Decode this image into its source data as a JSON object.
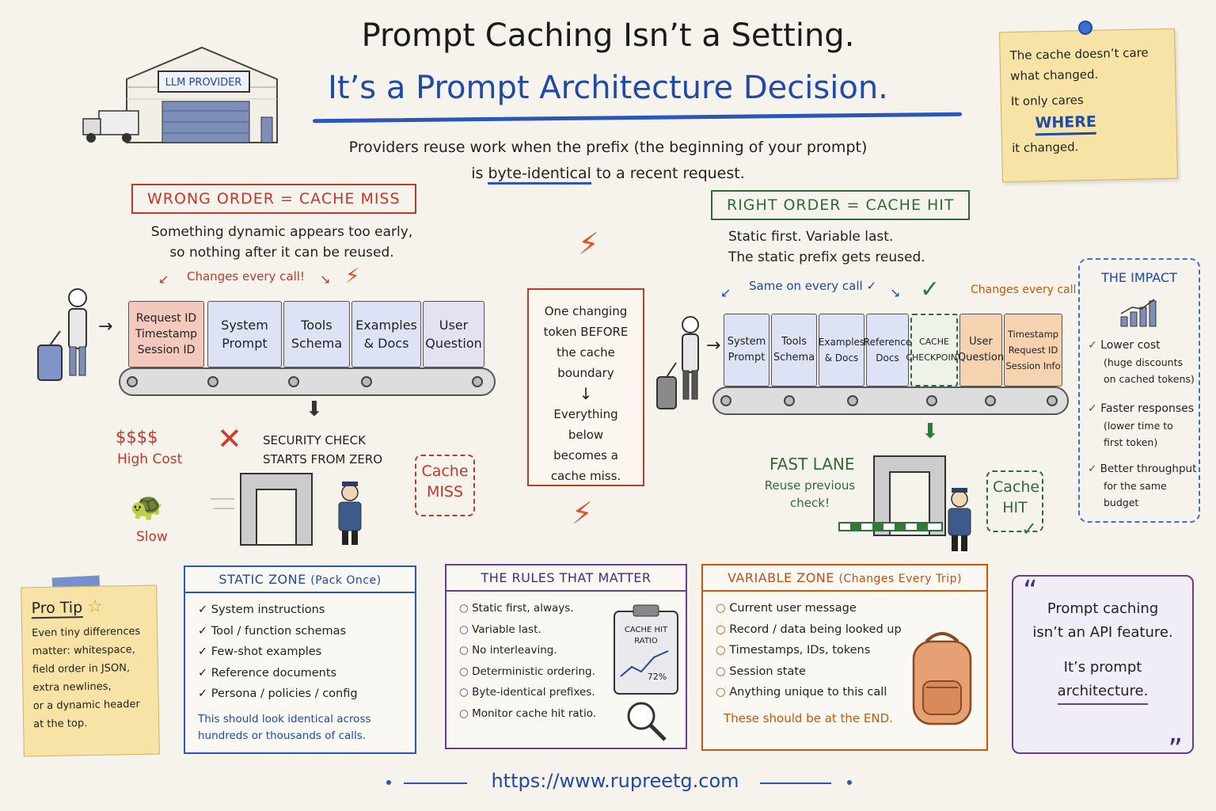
{
  "header": {
    "title_line1": "Prompt Caching Isn’t a Setting.",
    "title_line2": "It’s a Prompt Architecture Decision.",
    "subtitle_line1": "Providers reuse work when the prefix (the beginning of your prompt)",
    "subtitle_pre": "is ",
    "subtitle_highlight": "byte-identical",
    "subtitle_post": " to a recent request."
  },
  "warehouse": {
    "sign": "LLM PROVIDER"
  },
  "sticky": {
    "line1": "The cache doesn’t care",
    "line2": "what changed.",
    "line3": "It only cares",
    "emph": "WHERE",
    "line4": "it changed."
  },
  "wrong": {
    "label": "WRONG ORDER = CACHE MISS",
    "caption1": "Something dynamic appears too early,",
    "caption2": "so nothing after it can be reused.",
    "changes_note": "Changes every call!",
    "blocks": [
      {
        "l1": "Request ID",
        "l2": "Timestamp",
        "l3": "Session ID"
      },
      {
        "l1": "System",
        "l2": "Prompt",
        "l3": ""
      },
      {
        "l1": "Tools",
        "l2": "Schema",
        "l3": ""
      },
      {
        "l1": "Examples",
        "l2": "& Docs",
        "l3": ""
      },
      {
        "l1": "User",
        "l2": "Question",
        "l3": ""
      }
    ],
    "cost": "$$$$",
    "cost_label": "High Cost",
    "slow": "Slow",
    "security1": "SECURITY CHECK",
    "security2": "STARTS FROM ZERO",
    "miss1": "Cache",
    "miss2": "MISS"
  },
  "middle": {
    "l1": "One changing",
    "l2": "token BEFORE",
    "l3": "the cache",
    "l4": "boundary",
    "arrow": "↓",
    "l5": "Everything below",
    "l6": "becomes a",
    "l7": "cache miss."
  },
  "right": {
    "label": "RIGHT ORDER = CACHE HIT",
    "caption1": "Static first. Variable last.",
    "caption2": "The static prefix gets reused.",
    "same_note": "Same on every call ✓",
    "changes_note": "Changes every call",
    "blocks": [
      {
        "l1": "System",
        "l2": "Prompt",
        "l3": ""
      },
      {
        "l1": "Tools",
        "l2": "Schema",
        "l3": ""
      },
      {
        "l1": "Examples",
        "l2": "& Docs",
        "l3": ""
      },
      {
        "l1": "Reference",
        "l2": "Docs",
        "l3": ""
      },
      {
        "l1": "CACHE",
        "l2": "CHECKPOINT",
        "l3": ""
      },
      {
        "l1": "User",
        "l2": "Question",
        "l3": ""
      },
      {
        "l1": "Timestamp",
        "l2": "Request ID",
        "l3": "Session Info"
      }
    ],
    "fast_lane": "FAST LANE",
    "reuse1": "Reuse previous",
    "reuse2": "check!",
    "hit1": "Cache",
    "hit2": "HIT"
  },
  "impact": {
    "title": "THE IMPACT",
    "items": [
      {
        "head": "Lower cost",
        "sub1": "(huge discounts",
        "sub2": "on cached tokens)"
      },
      {
        "head": "Faster responses",
        "sub1": "(lower time to",
        "sub2": "first token)"
      },
      {
        "head": "Better throughput",
        "sub1": "for the same",
        "sub2": "budget"
      }
    ]
  },
  "protip": {
    "title": "Pro Tip",
    "line1": "Even tiny differences",
    "line2": "matter: whitespace,",
    "line3": "field order in JSON,",
    "line4": "extra newlines,",
    "line5": "or a dynamic header",
    "line6": "at the top."
  },
  "static_zone": {
    "title": "STATIC ZONE",
    "title_sub": "(Pack Once)",
    "items": [
      "System instructions",
      "Tool / function schemas",
      "Few-shot examples",
      "Reference documents",
      "Persona / policies / config"
    ],
    "note1": "This should look identical across",
    "note2": "hundreds or thousands of calls."
  },
  "rules": {
    "title": "THE RULES THAT MATTER",
    "items": [
      "Static first, always.",
      "Variable last.",
      "No interleaving.",
      "Deterministic ordering.",
      "Byte-identical prefixes.",
      "Monitor cache hit ratio."
    ],
    "clip_title1": "CACHE HIT",
    "clip_title2": "RATIO",
    "clip_value": "72%"
  },
  "variable_zone": {
    "title": "VARIABLE ZONE",
    "title_sub": "(Changes Every Trip)",
    "items": [
      "Current user message",
      "Record / data being looked up",
      "Timestamps, IDs, tokens",
      "Session state",
      "Anything unique to this call"
    ],
    "note": "These should be at the END."
  },
  "quote": {
    "l1": "Prompt caching",
    "l2": "isn’t an API feature.",
    "l3": "It’s prompt",
    "l4": "architecture."
  },
  "footer": {
    "url": "https://www.rupreetg.com"
  },
  "colors": {
    "blue": "#1f4aa8",
    "red": "#c0392b",
    "green": "#2f6b3a",
    "orange": "#d35400",
    "purple": "#6a3d8f",
    "sticky": "#f7e3a5"
  }
}
